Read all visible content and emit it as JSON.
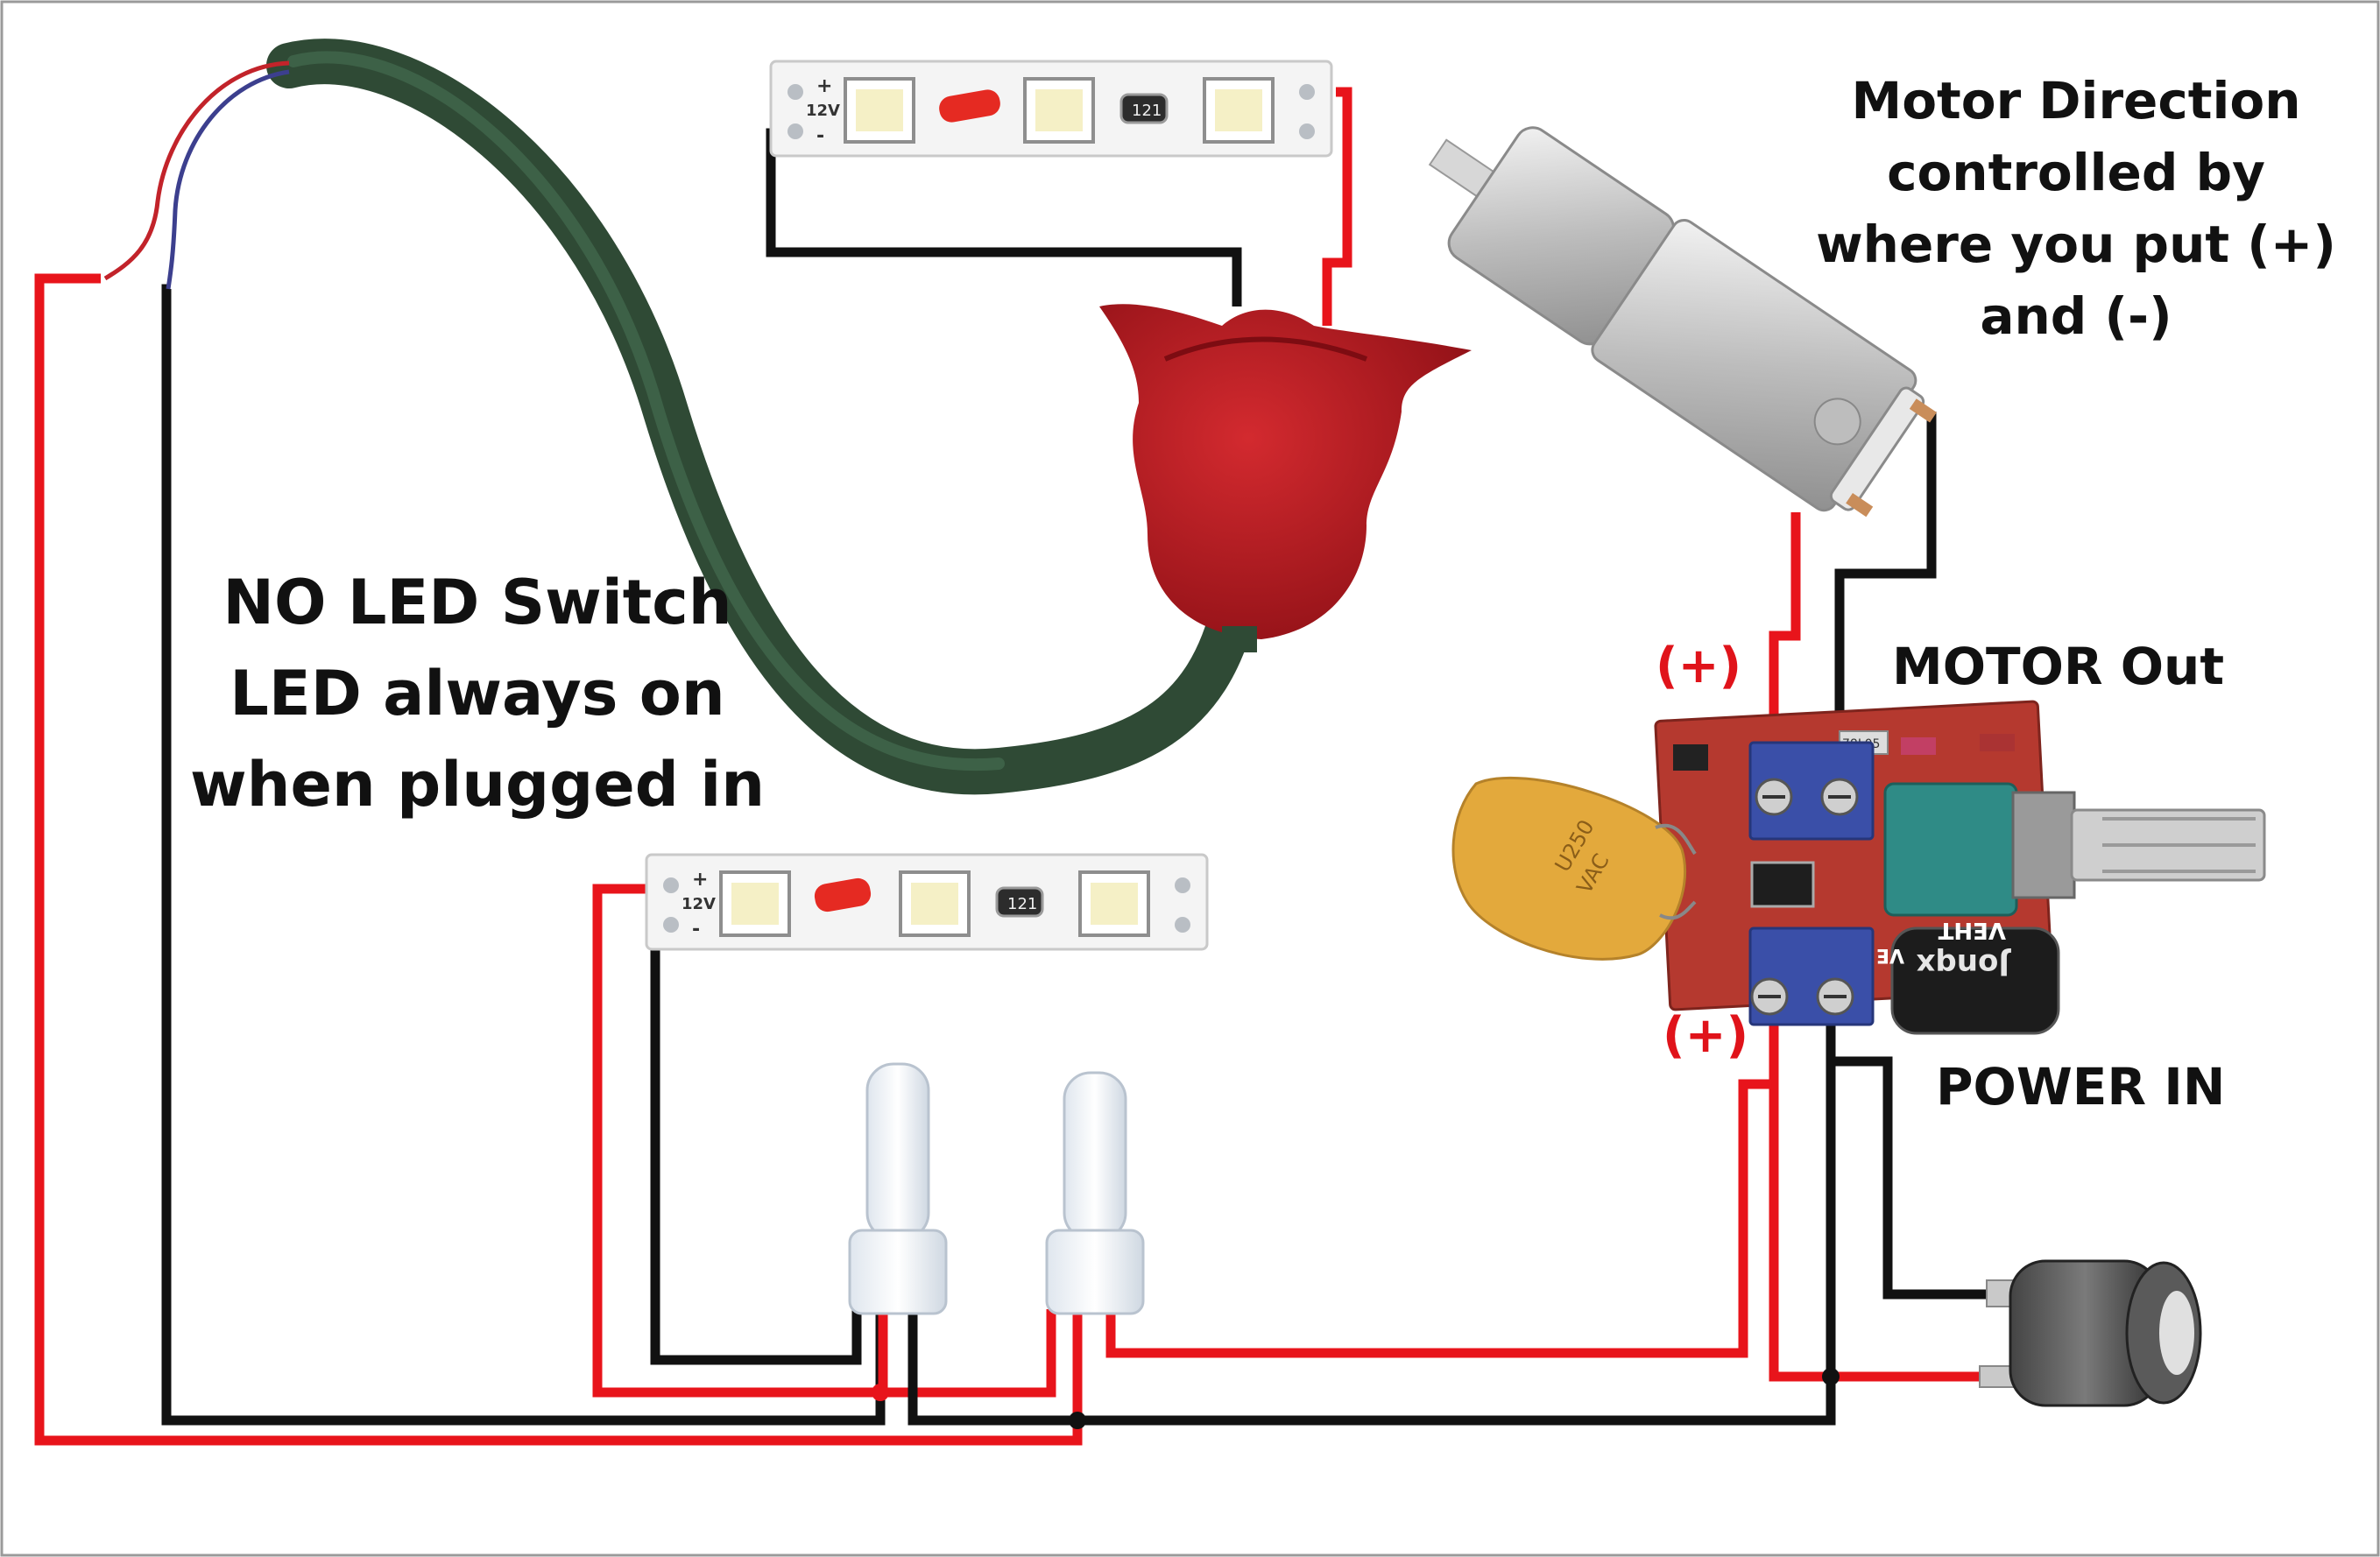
{
  "labels": {
    "no_led_line1": "NO LED Switch",
    "no_led_line2": "LED always on",
    "no_led_line3": "when plugged in",
    "motor_dir_line1": "Motor Direction",
    "motor_dir_line2": "controlled by",
    "motor_dir_line3": "where you put (+)",
    "motor_dir_line4": "and (-)",
    "motor_out": "MOTOR Out",
    "power_in": "POWER IN",
    "plus_top": "(+)",
    "plus_bottom": "(+)"
  },
  "led_strip_text": {
    "plus": "+",
    "voltage": "12V",
    "minus": "-",
    "resistor": "121"
  },
  "board_text": {
    "regulator": "78L05",
    "capacitor_code": "U250",
    "capacitor_voltage": "VAC",
    "electrolytic": "Jonqx",
    "side_text": "VEHT",
    "side_text2": "VE"
  },
  "colors": {
    "positive_wire": "#e8141b",
    "negative_wire": "#111111",
    "stem_green": "#2f4a35",
    "tulip_red": "#b3161d",
    "pcb_red": "#b5392f",
    "terminal_blue": "#3a4fa8",
    "cap_yellow": "#e3a93c",
    "pot_teal": "#2f8b86",
    "motor_silver": "#c9c9c9"
  }
}
